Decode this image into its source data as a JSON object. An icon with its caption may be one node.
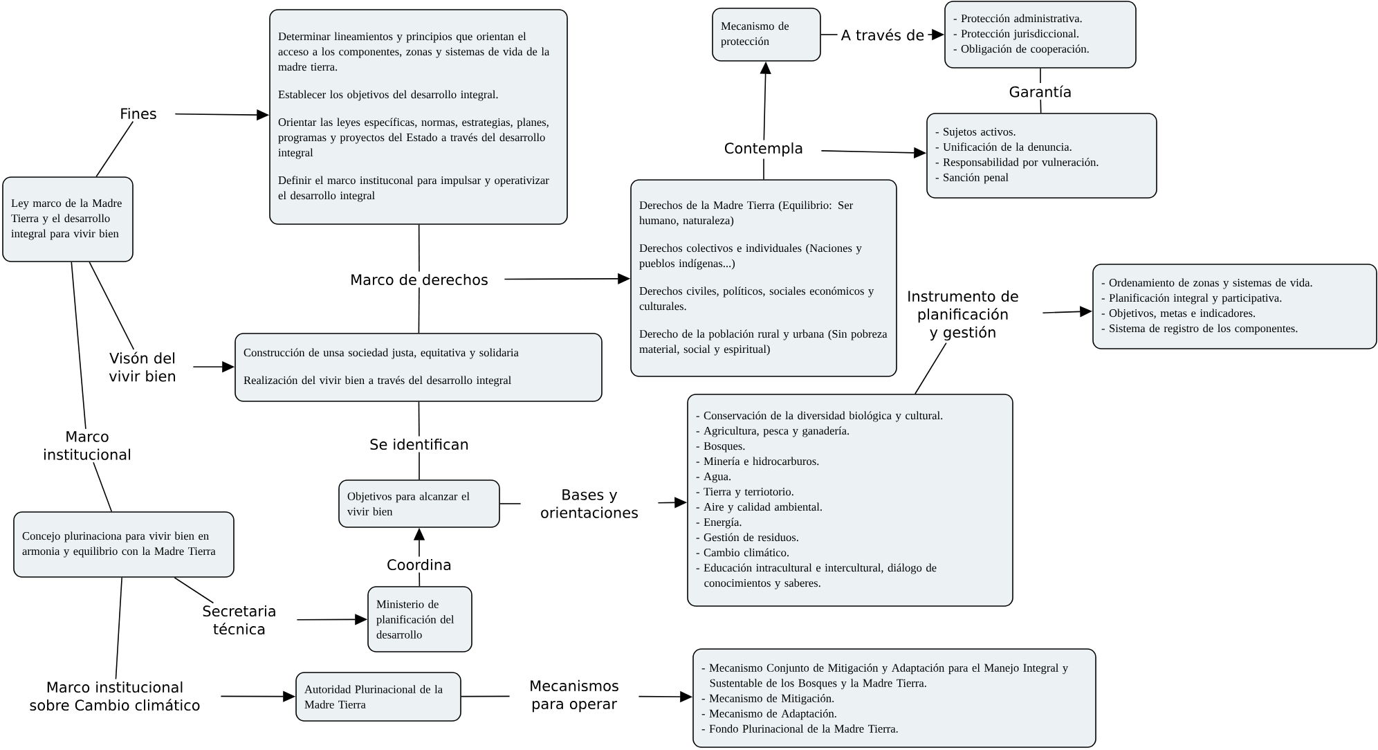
{
  "diagram": {
    "nodes": [
      {
        "text": [
          "Ley marco de la Madre Tierra y el desarrollo integral para vivir bien"
        ]
      },
      {
        "text": [
          "Fines"
        ]
      },
      {
        "text": [
          "Determinar lineamientos y principios que orientan el acceso a los componentes, zonas y sistemas de vida de la madre tierra.",
          "Establecer los objetivos del desarrollo integral.",
          "Orientar las leyes específicas, normas, estrategias, planes, programas y proyectos del Estado a través del desarrollo integral",
          "Definir el marco instituconal para impulsar y operativizar el desarrollo integral"
        ]
      },
      {
        "text": [
          "Marco de derechos"
        ]
      },
      {
        "text": [
          "Visón del vivir bien"
        ]
      },
      {
        "text": [
          "Construcción de unsa sociedad justa, equitativa y solidaria",
          "Realización del vivir bien a través del desarrollo integral"
        ]
      },
      {
        "text": [
          "Derechos de la Madre Tierra (Equilibrio: Ser humano, naturaleza)",
          "Derechos colectivos e individuales (Naciones y pueblos indígenas...)",
          "Derechos civiles, políticos, sociales económicos y culturales.",
          "Derecho de la población rural y urbana (Sin pobreza material, social y espiritual)"
        ]
      },
      {
        "text": [
          "Contempla"
        ]
      },
      {
        "text": [
          "Mecanismo de protección"
        ]
      },
      {
        "text": [
          "A través de"
        ]
      },
      {
        "text": [
          "- Protección administrativa.",
          "- Protección jurisdiccional.",
          "- Obligación de cooperación."
        ]
      },
      {
        "text": [
          "Garantía"
        ]
      },
      {
        "text": [
          "- Sujetos activos.",
          "- Unificación de la denuncia.",
          "- Responsabilidad por vulneración.",
          "- Sanción penal"
        ]
      },
      {
        "text": [
          "Instrumento de planificación y gestión"
        ]
      },
      {
        "text": [
          "- Ordenamiento de zonas y sistemas de vida.",
          "- Planificación integral y participativa.",
          "- Objetivos, metas e indicadores.",
          "-  Sistema de registro de los componentes."
        ]
      },
      {
        "text": [
          "- Conservación de la diversidad biológica y cultural.",
          "- Agricultura, pesca y ganadería.",
          "- Bosques.",
          "- Minería e hidrocarburos.",
          "- Agua.",
          "- Tierra y terriotorio.",
          "- Aire y calidad ambiental.",
          "- Energía.",
          "- Gestión de residuos.",
          "- Cambio climático.",
          "- Educación intracultural e intercultural, diálogo de conocimientos y saberes."
        ]
      },
      {
        "text": [
          "Se identifican"
        ]
      },
      {
        "text": [
          "Objetivos para alcanzar el vivir bien"
        ]
      },
      {
        "text": [
          "Bases y orientaciones"
        ]
      },
      {
        "text": [
          "Coordina"
        ]
      },
      {
        "text": [
          "Ministerio de planificación del desarrollo"
        ]
      },
      {
        "text": [
          "Marco institucional"
        ]
      },
      {
        "text": [
          "Concejo plurinaciona para vivir bien en armonia y equilibrio con la Madre Tierra"
        ]
      },
      {
        "text": [
          "Secretaria técnica"
        ]
      },
      {
        "text": [
          "Marco institucional sobre Cambio climático"
        ]
      },
      {
        "text": [
          "Autoridad Plurinacional de la Madre Tierra"
        ]
      },
      {
        "text": [
          "Mecanismos para operar"
        ]
      },
      {
        "text": [
          "- Mecanismo Conjunto de Mitigación y Adaptación para el Manejo Integral y Sustentable de los Bosques y la Madre Tierra.",
          "- Mecanismo de Mitigación.",
          "- Mecanismo de Adaptación.",
          "- Fondo Plurinacional de la Madre Tierra."
        ]
      }
    ],
    "edges": [
      {
        "from": 0,
        "to": 1,
        "arrow": "none"
      },
      {
        "from": 1,
        "to": 2,
        "arrow": "to"
      },
      {
        "from": 0,
        "to": 4,
        "arrow": "none"
      },
      {
        "from": 4,
        "to": 5,
        "arrow": "to"
      },
      {
        "from": 0,
        "to": 21,
        "arrow": "none"
      },
      {
        "from": 21,
        "to": 22,
        "arrow": "none"
      },
      {
        "from": 2,
        "to": 3,
        "arrow": "none"
      },
      {
        "from": 3,
        "to": 5,
        "arrow": "none"
      },
      {
        "from": 3,
        "to": 6,
        "arrow": "to"
      },
      {
        "from": 5,
        "to": 16,
        "arrow": "none"
      },
      {
        "from": 16,
        "to": 17,
        "arrow": "none"
      },
      {
        "from": 6,
        "to": 7,
        "arrow": "none"
      },
      {
        "from": 7,
        "to": 8,
        "arrow": "to"
      },
      {
        "from": 7,
        "to": 12,
        "arrow": "to"
      },
      {
        "from": 8,
        "to": 9,
        "arrow": "none"
      },
      {
        "from": 9,
        "to": 10,
        "arrow": "to"
      },
      {
        "from": 10,
        "to": 11,
        "arrow": "none"
      },
      {
        "from": 11,
        "to": 12,
        "arrow": "none"
      },
      {
        "from": 15,
        "to": 13,
        "arrow": "none"
      },
      {
        "from": 13,
        "to": 14,
        "arrow": "to"
      },
      {
        "from": 17,
        "to": 18,
        "arrow": "none"
      },
      {
        "from": 18,
        "to": 15,
        "arrow": "to"
      },
      {
        "from": 20,
        "to": 19,
        "arrow": "none"
      },
      {
        "from": 19,
        "to": 17,
        "arrow": "to"
      },
      {
        "from": 22,
        "to": 23,
        "arrow": "none"
      },
      {
        "from": 23,
        "to": 20,
        "arrow": "to"
      },
      {
        "from": 22,
        "to": 24,
        "arrow": "none"
      },
      {
        "from": 24,
        "to": 25,
        "arrow": "to"
      },
      {
        "from": 25,
        "to": 26,
        "arrow": "none"
      },
      {
        "from": 26,
        "to": 27,
        "arrow": "to"
      }
    ]
  }
}
